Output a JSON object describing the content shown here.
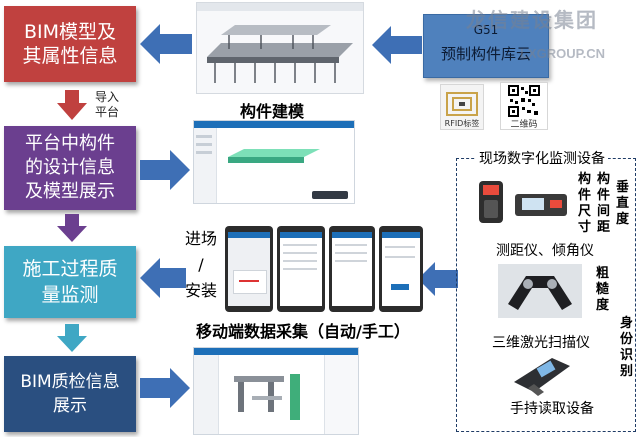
{
  "flow": {
    "box1": "BIM模型及\n其属性信息",
    "import_note": "导入\n平台",
    "box2": "平台中构件\n的设计信息\n及模型展示",
    "box3": "施工过程质\n量监测",
    "box4": "BIM质检信息\n展示"
  },
  "library": {
    "code": "G51",
    "title": "预制构件库云",
    "rfid_label": "RFID标签",
    "qr_label": "二维码"
  },
  "captions": {
    "modeling": "构件建模",
    "in_out": "进场\n/\n安装",
    "mobile": "移动端数据采集（自动/手工）"
  },
  "devices": {
    "title": "现场数字化监测设备",
    "size_label": "构\n件\n尺\n寸",
    "spacing_label": "构\n件\n间\n距",
    "vertical_label": "垂\n直\n度",
    "rangefinder": "测距仪、倾角仪",
    "roughness": "粗\n糙\n度",
    "scanner": "三维激光扫描仪",
    "identity": "身\n份\n识\n别",
    "handheld": "手持读取设备"
  },
  "watermark": {
    "cn": "龙信建设集团",
    "en": "LXGROUP.CN"
  },
  "colors": {
    "red": "#c0413f",
    "purple": "#6b3f8f",
    "teal": "#3fa7c4",
    "navy": "#2a4f80",
    "blue_arrow": "#3e6fb5",
    "library_box": "#4f81bd"
  }
}
